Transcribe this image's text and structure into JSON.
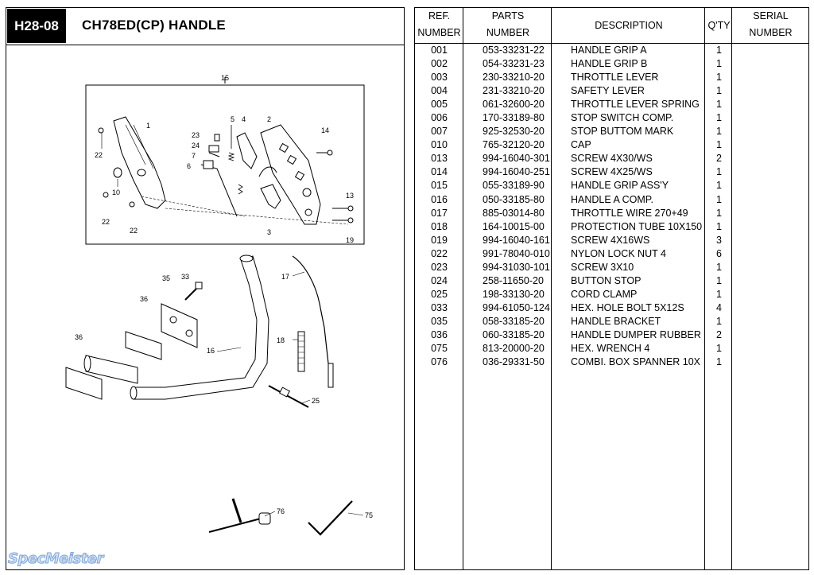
{
  "header": {
    "code": "H28-08",
    "title": "CH78ED(CP)  HANDLE"
  },
  "table": {
    "headers": {
      "ref": [
        "REF.",
        "NUMBER"
      ],
      "parts": [
        "PARTS",
        "NUMBER"
      ],
      "description": [
        "DESCRIPTION"
      ],
      "qty": [
        "Q'TY"
      ],
      "serial": [
        "SERIAL",
        "NUMBER"
      ]
    },
    "rows": [
      {
        "ref": "001",
        "part": "053-33231-22",
        "desc": "HANDLE GRIP A",
        "qty": "1"
      },
      {
        "ref": "002",
        "part": "054-33231-23",
        "desc": "HANDLE GRIP B",
        "qty": "1"
      },
      {
        "ref": "003",
        "part": "230-33210-20",
        "desc": "THROTTLE LEVER",
        "qty": "1"
      },
      {
        "ref": "004",
        "part": "231-33210-20",
        "desc": "SAFETY LEVER",
        "qty": "1"
      },
      {
        "ref": "005",
        "part": "061-32600-20",
        "desc": "THROTTLE LEVER SPRING",
        "qty": "1"
      },
      {
        "ref": "006",
        "part": "170-33189-80",
        "desc": "STOP SWITCH COMP.",
        "qty": "1"
      },
      {
        "ref": "007",
        "part": "925-32530-20",
        "desc": "STOP BUTTOM MARK",
        "qty": "1"
      },
      {
        "ref": "010",
        "part": "765-32120-20",
        "desc": "CAP",
        "qty": "1"
      },
      {
        "ref": "013",
        "part": "994-16040-301",
        "desc": "SCREW 4X30/WS",
        "qty": "2"
      },
      {
        "ref": "014",
        "part": "994-16040-251",
        "desc": "SCREW 4X25/WS",
        "qty": "1"
      },
      {
        "ref": "015",
        "part": "055-33189-90",
        "desc": "HANDLE GRIP ASS'Y",
        "qty": "1"
      },
      {
        "ref": "016",
        "part": "050-33185-80",
        "desc": "HANDLE A COMP.",
        "qty": "1"
      },
      {
        "ref": "017",
        "part": "885-03014-80",
        "desc": "THROTTLE WIRE 270+49",
        "qty": "1"
      },
      {
        "ref": "018",
        "part": "164-10015-00",
        "desc": "PROTECTION TUBE 10X150",
        "qty": "1"
      },
      {
        "ref": "019",
        "part": "994-16040-161",
        "desc": "SCREW 4X16WS",
        "qty": "3"
      },
      {
        "ref": "022",
        "part": "991-78040-010",
        "desc": "NYLON LOCK NUT 4",
        "qty": "6"
      },
      {
        "ref": "023",
        "part": "994-31030-101",
        "desc": "SCREW 3X10",
        "qty": "1"
      },
      {
        "ref": "024",
        "part": "258-11650-20",
        "desc": "BUTTON STOP",
        "qty": "1"
      },
      {
        "ref": "025",
        "part": "198-33130-20",
        "desc": "CORD CLAMP",
        "qty": "1"
      },
      {
        "ref": "033",
        "part": "994-61050-124",
        "desc": "HEX. HOLE BOLT 5X12S",
        "qty": "4"
      },
      {
        "ref": "035",
        "part": "058-33185-20",
        "desc": "HANDLE BRACKET",
        "qty": "1"
      },
      {
        "ref": "036",
        "part": "060-33185-20",
        "desc": "HANDLE DUMPER RUBBER",
        "qty": "2"
      },
      {
        "ref": "075",
        "part": "813-20000-20",
        "desc": "HEX. WRENCH 4",
        "qty": "1"
      },
      {
        "ref": "076",
        "part": "036-29331-50",
        "desc": "COMBI. BOX SPANNER 10X",
        "qty": "1"
      }
    ]
  },
  "diagram": {
    "callouts": [
      "15",
      "1",
      "2",
      "4",
      "5",
      "23",
      "24",
      "7",
      "6",
      "22",
      "10",
      "14",
      "13",
      "22",
      "22",
      "3",
      "19",
      "33",
      "35",
      "36",
      "36",
      "17",
      "18",
      "16",
      "25",
      "76",
      "75"
    ]
  },
  "watermark": "SpecMeister"
}
